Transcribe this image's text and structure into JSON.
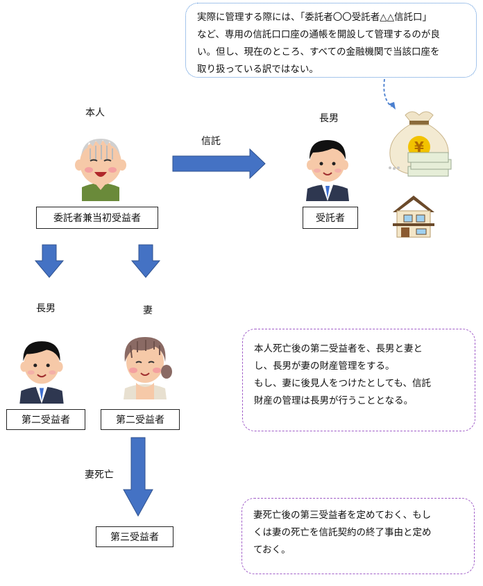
{
  "notes": {
    "bank_account": [
      "実際に管理する際には、「委託者〇〇受託者△△信託口」",
      "など、専用の信託口口座の通帳を開設して管理するのが良",
      "い。但し、現在のところ、すべての金融機関で当該口座を",
      "取り扱っている訳ではない。"
    ],
    "second_beneficiary": [
      "本人死亡後の第二受益者を、長男と妻と",
      "し、長男が妻の財産管理をする。",
      "もし、妻に後見人をつけたとしても、信託",
      "財産の管理は長男が行うこととなる。"
    ],
    "third_beneficiary": [
      "妻死亡後の第三受益者を定めておく、もし",
      "くは妻の死亡を信託契約の終了事由と定め",
      "ておく。"
    ]
  },
  "labels": {
    "honnin": "本人",
    "trust": "信託",
    "eldest_son_top": "長男",
    "eldest_son_bottom": "長男",
    "wife": "妻",
    "wife_death": "妻死亡"
  },
  "boxes": {
    "settlor": "委託者兼当初受益者",
    "trustee": "受託者",
    "second_son": "第二受益者",
    "second_wife": "第二受益者",
    "third": "第三受益者"
  },
  "colors": {
    "arrow_fill": "#4472c4",
    "arrow_stroke": "#2f528f",
    "note_blue_border": "#4a8bd8",
    "note_purple_border": "#a05cc8"
  }
}
